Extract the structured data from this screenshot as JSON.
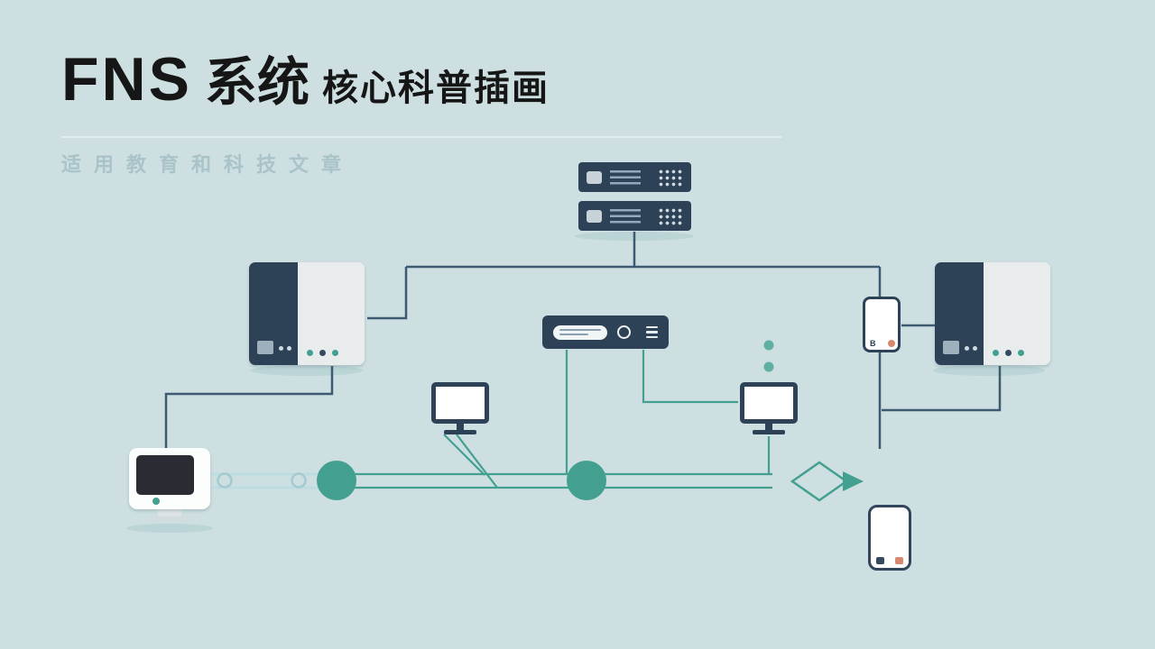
{
  "header": {
    "title_en": "FNS",
    "title_cn": "系统",
    "title_suffix": "核心科普插画",
    "subtitle": "适用教育和科技文章"
  },
  "labels": {
    "phone_badge": "B"
  },
  "colors": {
    "background": "#cddfe1",
    "title": "#161616",
    "subtitle": "#a9c3c9",
    "navy": "#2e4257",
    "navy_line": "#3d5a72",
    "panel_light": "#e8eced",
    "teal": "#43a091",
    "teal_soft": "#61b1a4",
    "line_light": "#bddce0",
    "accent_orange": "#d6896c",
    "screen_dark": "#2b2b33"
  },
  "devices": [
    "rack-server-unit-1",
    "rack-server-unit-2",
    "server-tower-left",
    "server-tower-right",
    "network-switch",
    "desktop-monitor-left",
    "desktop-monitor-right",
    "smartphone-upper",
    "smartphone-lower",
    "retro-computer",
    "process-node-1",
    "process-node-2",
    "decision-diamond"
  ]
}
